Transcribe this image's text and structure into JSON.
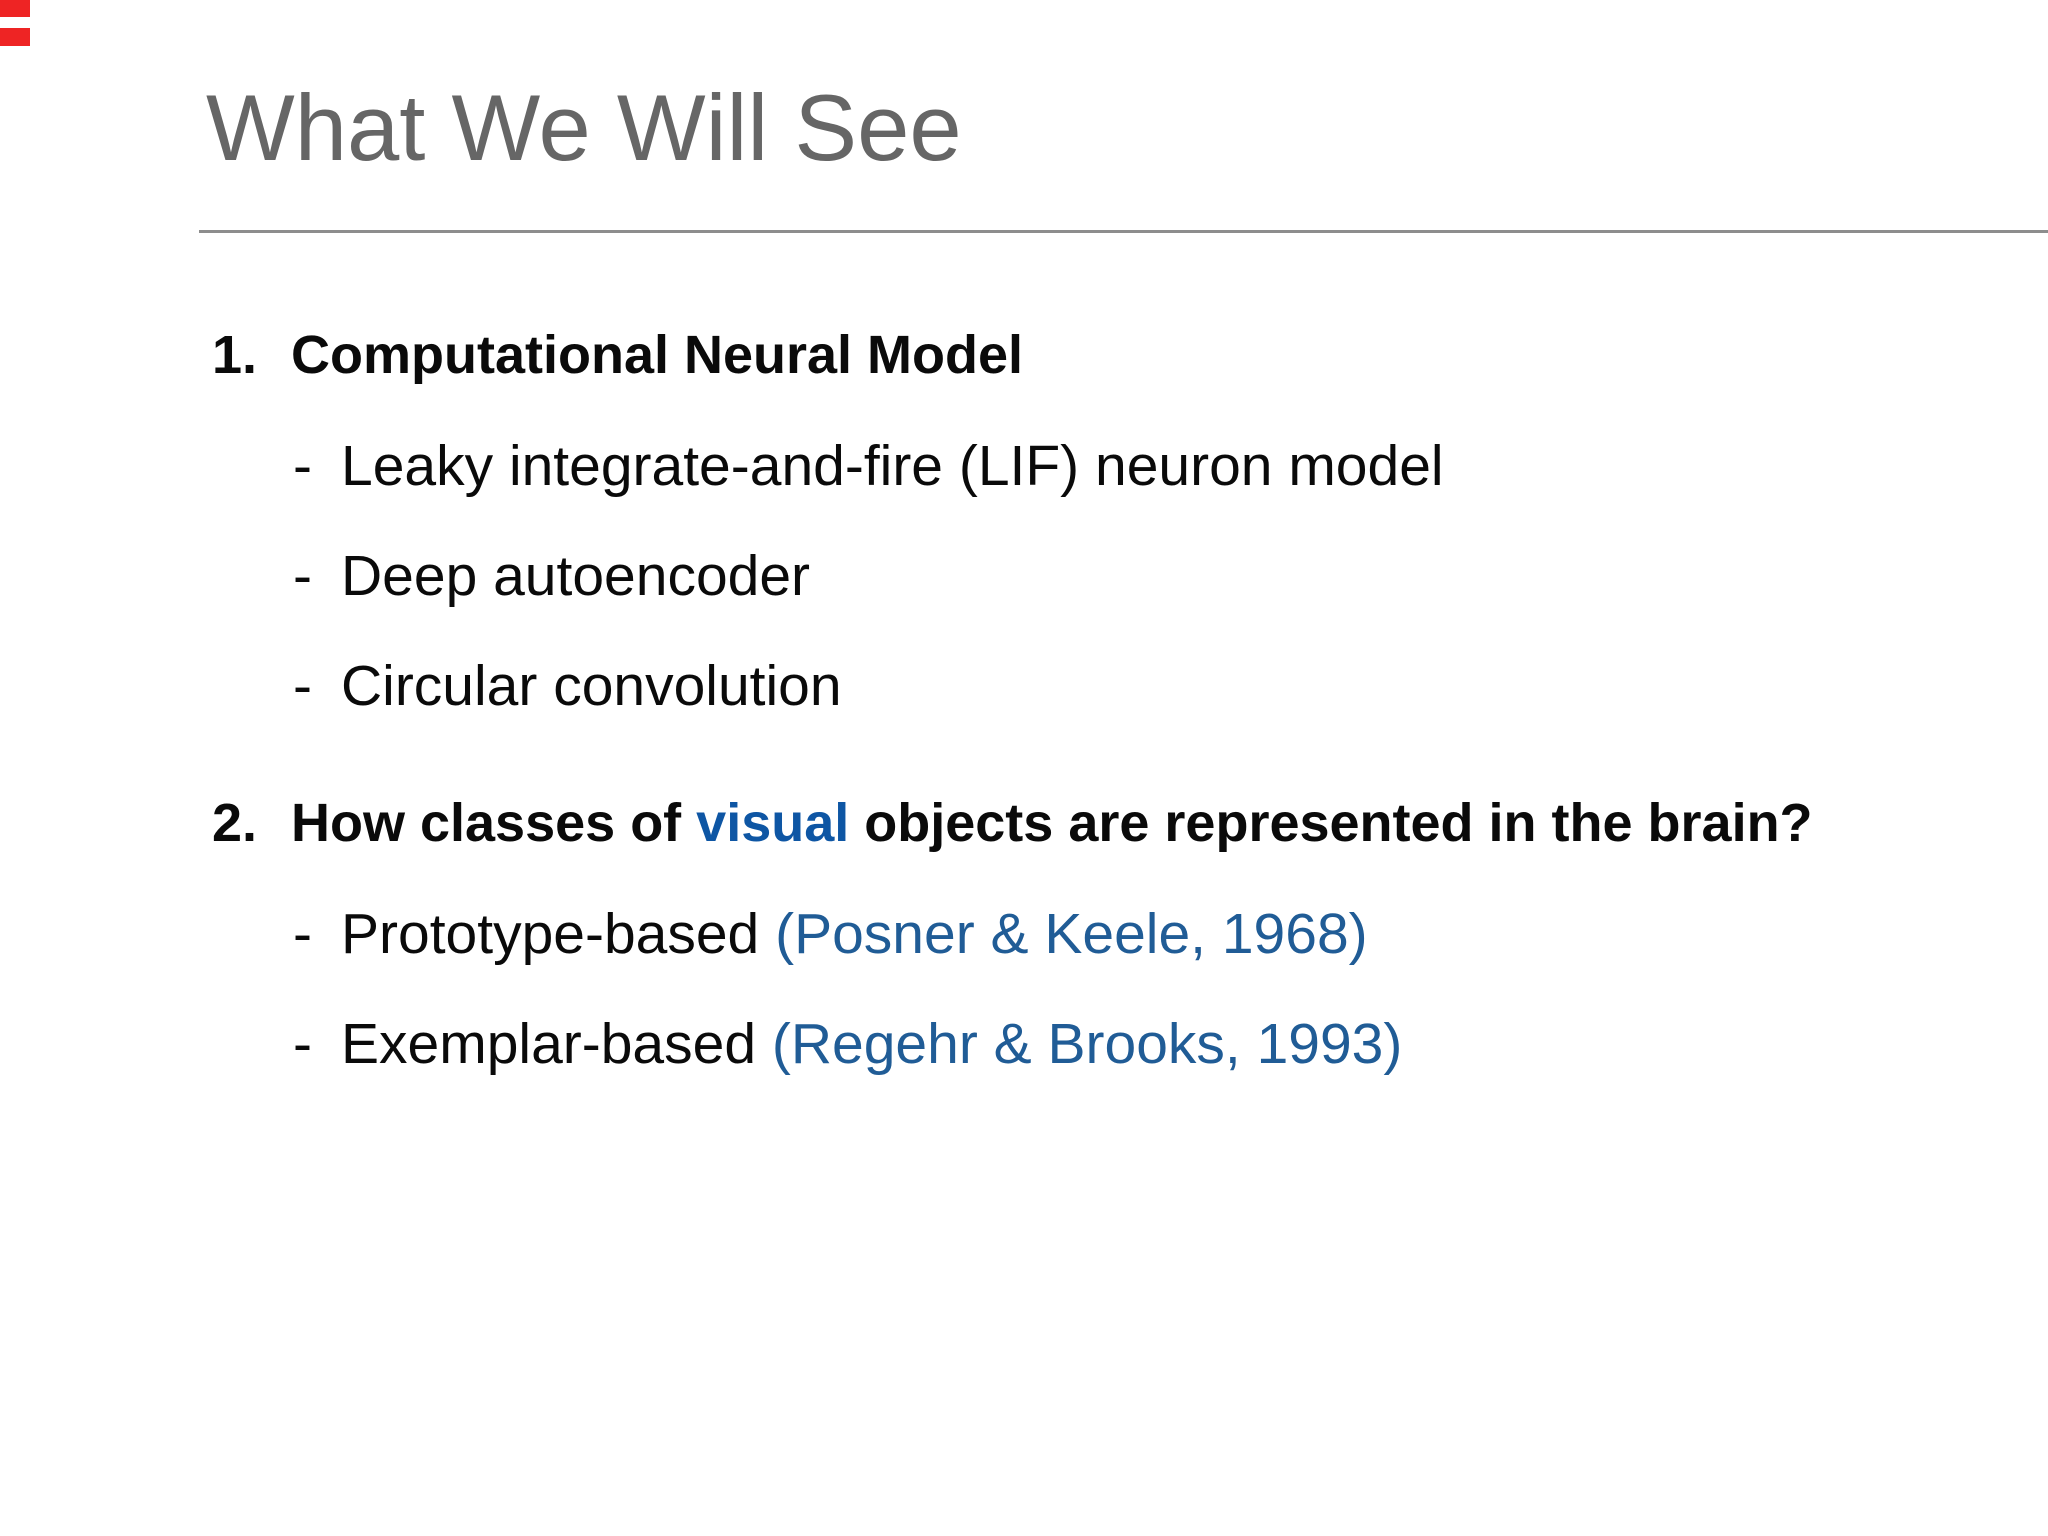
{
  "slide": {
    "title": "What We Will See",
    "bullet_marker": "-",
    "sections": [
      {
        "number": "1.",
        "heading": "Computational Neural Model",
        "bullets": [
          "Leaky integrate-and-fire (LIF) neuron model",
          "Deep autoencoder",
          "Circular convolution"
        ]
      },
      {
        "number": "2.",
        "heading_parts": {
          "before": "How classes of ",
          "highlight": "visual",
          "after": " objects are represented in the brain?"
        },
        "bullets": [
          {
            "label": "Prototype-based ",
            "citation": "(Posner & Keele, 1968)"
          },
          {
            "label": "Exemplar-based ",
            "citation": "(Regehr & Brooks, 1993)"
          }
        ]
      }
    ]
  },
  "colors": {
    "background": "#ffffff",
    "title_gray": "#666666",
    "divider_gray": "#8d8d8d",
    "body_black": "#0a0a0a",
    "highlight_blue": "#0e56a4",
    "citation_blue": "#205c96",
    "red_marker": "#ee2424"
  }
}
